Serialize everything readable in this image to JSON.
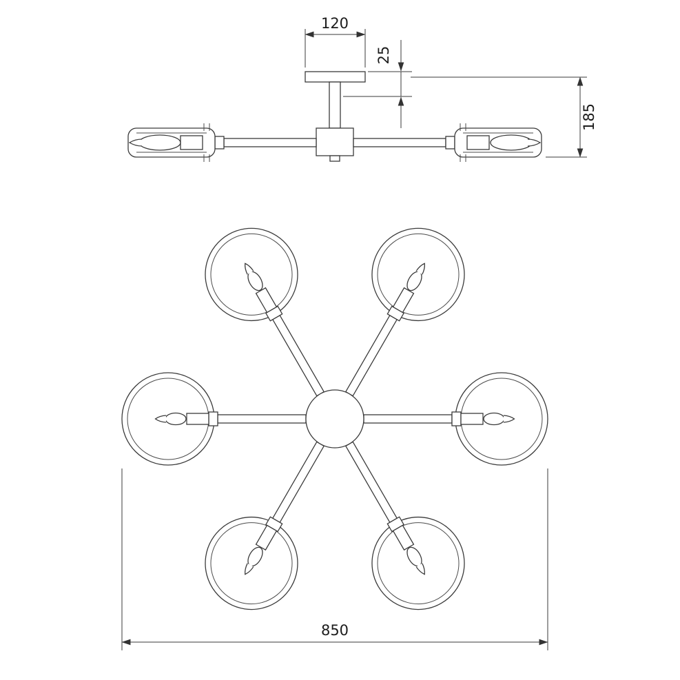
{
  "drawing": {
    "title": "ceiling-chandelier-technical-drawing",
    "line_color": "#3a3a3a",
    "background_color": "#ffffff",
    "dimensions": {
      "mount_width": "120",
      "mount_height": "25",
      "fixture_height": "185",
      "fixture_diameter": "850"
    },
    "views": {
      "side_view": "front elevation with canopy, stem, hub and two edge-on shades",
      "plan_view": "top view with central hub and 6 radial arms with round shades"
    },
    "arm_count": 6
  }
}
